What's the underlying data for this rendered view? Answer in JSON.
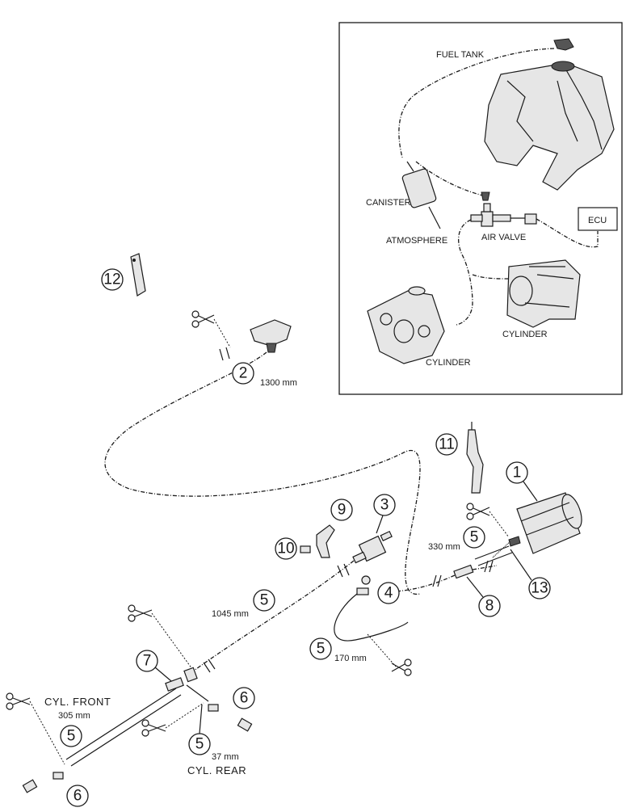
{
  "inset": {
    "fuel_tank": "FUEL TANK",
    "canister": "CANISTER",
    "atmosphere": "ATMOSPHERE",
    "air_valve": "AIR VALVE",
    "ecu": "ECU",
    "cylinder_right": "CYLINDER",
    "cylinder_bottom": "CYLINDER"
  },
  "callouts": {
    "p1": "1",
    "p2": "2",
    "p3": "3",
    "p4": "4",
    "p5a": "5",
    "p5b": "5",
    "p5c": "5",
    "p5d": "5",
    "p5e": "5",
    "p6a": "6",
    "p6b": "6",
    "p7": "7",
    "p8": "8",
    "p9": "9",
    "p10": "10",
    "p11": "11",
    "p12": "12",
    "p13": "13"
  },
  "measurements": {
    "m1300": "1300 mm",
    "m330": "330 mm",
    "m1045": "1045 mm",
    "m170": "170 mm",
    "m305": "305 mm",
    "m37": "37 mm"
  },
  "labels": {
    "cyl_front": "CYL. FRONT",
    "cyl_rear": "CYL. REAR"
  }
}
